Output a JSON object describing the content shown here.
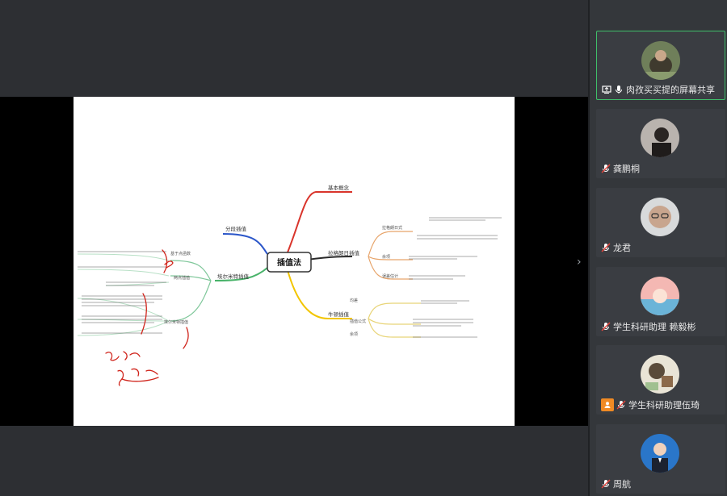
{
  "mindmap": {
    "center": "插值法",
    "top_left": "分段插值",
    "left": "埃尔米特插值",
    "left_sub1": "基于点函数",
    "left_sub2": "两点插值",
    "left_sub3": "埃尔米特插值",
    "top_right": "基本概念",
    "right": "拉格朗日插值",
    "right_sub1": "拉格朗日式",
    "right_sub2": "余项",
    "right_sub3": "误差估计",
    "bottom_right": "牛顿插值",
    "bottom_sub1": "均差",
    "bottom_sub2": "插值公式",
    "bottom_sub3": "余项"
  },
  "participants": [
    {
      "name": "肉孜买买提的屏幕共享",
      "avatar": "photo-outdoor"
    },
    {
      "name": "龚鹏桐",
      "avatar": "photo-person"
    },
    {
      "name": "龙君",
      "avatar": "photo-glasses"
    },
    {
      "name": "学生科研助理 赖毅彬",
      "avatar": "photo-anime"
    },
    {
      "name": "学生科研助理伍琦",
      "avatar": "photo-cartoon"
    },
    {
      "name": "周航",
      "avatar": "photo-suit"
    }
  ],
  "collapse_glyph": "›"
}
